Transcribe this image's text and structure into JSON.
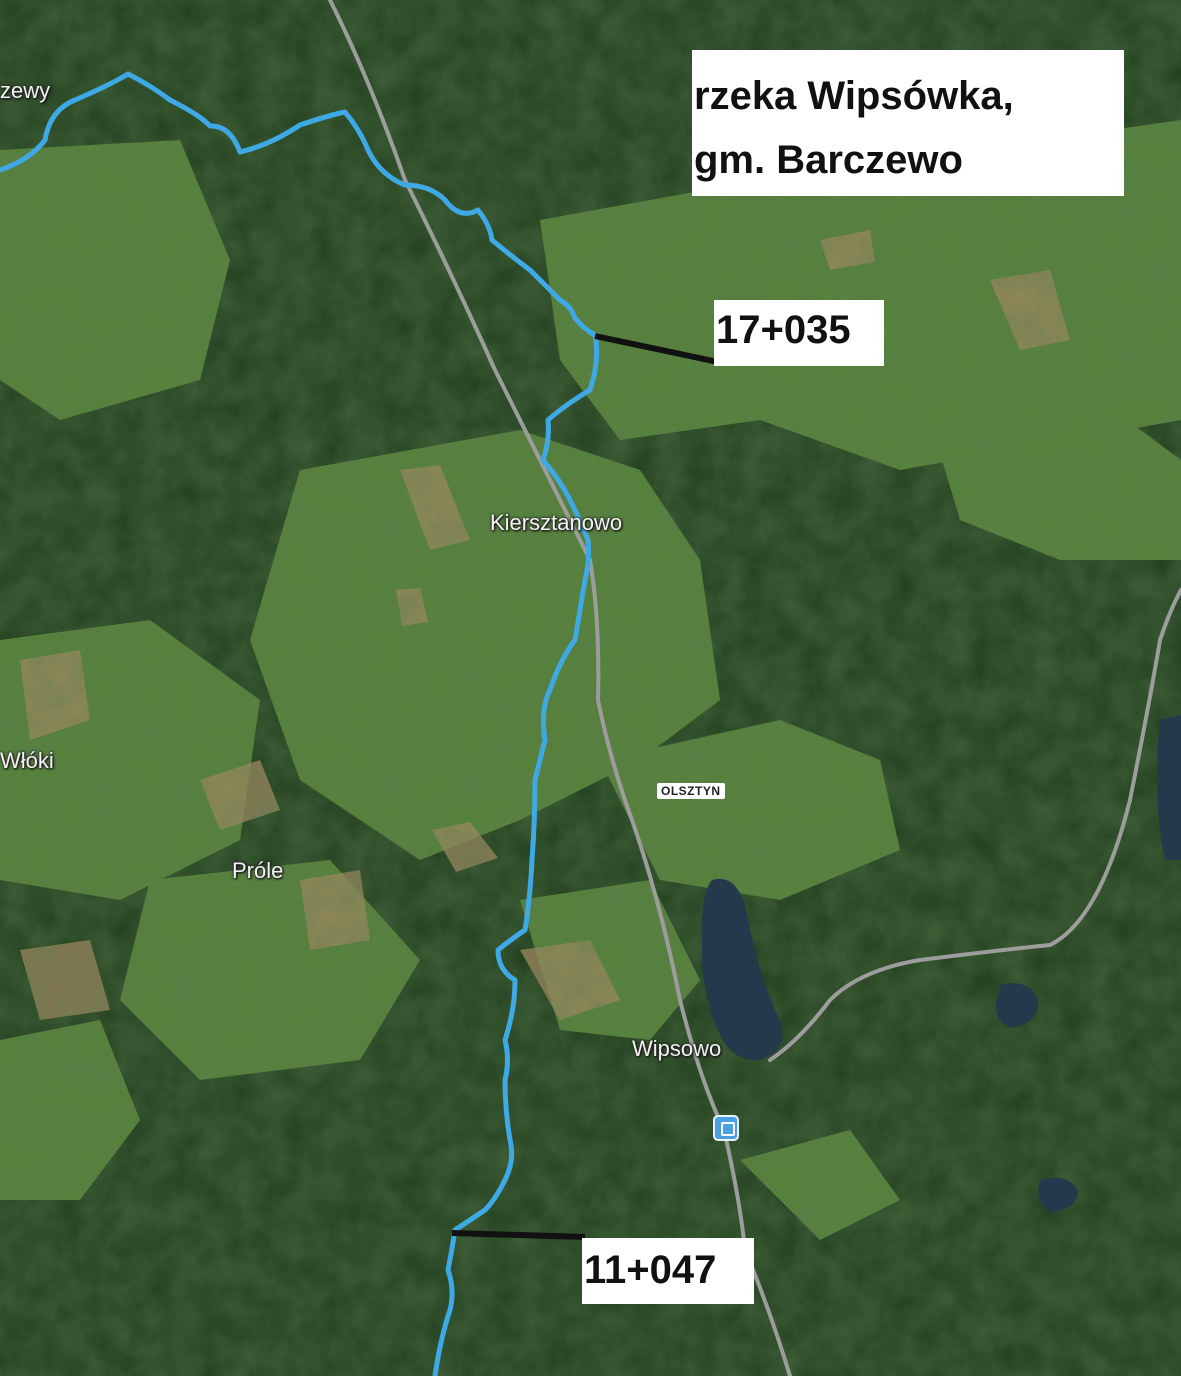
{
  "title": {
    "line1": "rzeka Wipsówka,",
    "line2": "gm. Barczewo"
  },
  "markers": {
    "upstream": "17+035",
    "downstream": "11+047"
  },
  "places": {
    "kiersztanowo": "Kiersztanowo",
    "wlokik": "Włóki",
    "prole": "Próle",
    "wipsowo": "Wipsowo",
    "top_left_partial": "zewy"
  },
  "region": "OLSZTYN",
  "colors": {
    "river": "#3fa9e6",
    "road": "#9a9a9a",
    "forest": "#1f3a1b",
    "field": "#5f8a3d",
    "lake": "#23384f"
  },
  "icons": [
    "bus-stop-icon"
  ]
}
